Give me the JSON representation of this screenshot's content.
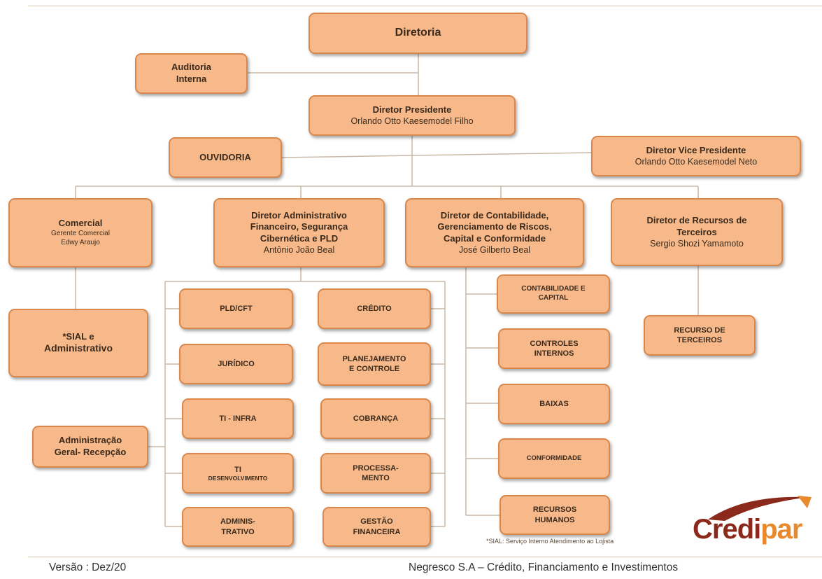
{
  "boxes": {
    "diretoria": {
      "title": "Diretoria"
    },
    "auditoria": {
      "line1": "Auditoria",
      "line2": "Interna"
    },
    "presidente": {
      "title": "Diretor Presidente",
      "name": "Orlando Otto Kaesemodel Filho"
    },
    "ouvidoria": {
      "title": "OUVIDORIA"
    },
    "vice": {
      "title": "Diretor Vice Presidente",
      "name": "Orlando Otto Kaesemodel Neto"
    },
    "comercial": {
      "title": "Comercial",
      "role": "Gerente Comercial",
      "name": "Edwy Araujo"
    },
    "adm_fin": {
      "line1": "Diretor Administrativo",
      "line2": "Financeiro, Segurança",
      "line3": "Cibernética e PLD",
      "name": "Antônio João Beal"
    },
    "contab": {
      "line1": "Diretor de Contabilidade,",
      "line2": "Gerenciamento de Riscos,",
      "line3": "Capital  e Conformidade",
      "name": "José Gilberto Beal"
    },
    "recursos_terceiros_dir": {
      "line1": "Diretor  de Recursos  de",
      "line2": "Terceiros",
      "name": "Sergio Shozi Yamamoto"
    },
    "sial": {
      "line1": "*SIAL e",
      "line2": "Administrativo"
    },
    "adm_geral": {
      "line1": "Administração",
      "line2": "Geral- Recepção"
    },
    "pld": {
      "title": "PLD/CFT"
    },
    "juridico": {
      "title": "JURÍDICO"
    },
    "ti_infra": {
      "title": "TI - INFRA"
    },
    "ti_dev": {
      "line1": "TI",
      "line2": "DESENVOLVIMENTO"
    },
    "adminis": {
      "line1": "ADMINIS-",
      "line2": "TRATIVO"
    },
    "credito": {
      "title": "CRÉDITO"
    },
    "planejamento": {
      "line1": "PLANEJAMENTO",
      "line2": "E CONTROLE"
    },
    "cobranca": {
      "title": "COBRANÇA"
    },
    "processa": {
      "line1": "PROCESSA-",
      "line2": "MENTO"
    },
    "gestao": {
      "line1": "GESTÃO",
      "line2": "FINANCEIRA"
    },
    "contab_capital": {
      "line1": "CONTABILIDADE  E",
      "line2": "CAPITAL"
    },
    "controles": {
      "line1": "CONTROLES",
      "line2": "INTERNOS"
    },
    "baixas": {
      "title": "BAIXAS"
    },
    "conformidade": {
      "title": "CONFORMIDADE"
    },
    "rh": {
      "line1": "RECURSOS",
      "line2": "HUMANOS"
    },
    "recurso_terceiros": {
      "line1": "RECURSO DE",
      "line2": "TERCEIROS"
    }
  },
  "footnote": "*SIAL:  Serviço Interno Atendimento  ao Lojista",
  "logo": {
    "part1": "Credi",
    "part2": "par"
  },
  "footer": {
    "version": "Versão :   Dez/20",
    "company": "Negresco S.A – Crédito, Financiamento e Investimentos"
  },
  "colors": {
    "box_fill": "#f8b98a",
    "box_border": "#d9874a",
    "logo_brown": "#8b2a1c",
    "logo_orange": "#e8892c"
  }
}
